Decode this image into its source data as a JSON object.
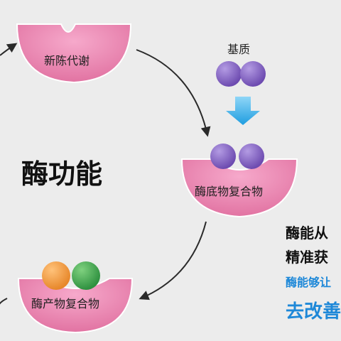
{
  "title": "酶功能",
  "labels": {
    "metabolism": "新陈代谢",
    "substrate": "基质",
    "enzyme_substrate": "酶底物复合物",
    "enzyme_product": "酶产物复合物"
  },
  "side_text": {
    "line1": "酶能从",
    "line2": "精准获",
    "line3": "酶能够让",
    "line4": "去改善"
  },
  "colors": {
    "background": "#ececec",
    "enzyme_pink": "#e879a8",
    "substrate_purple": "#7f5cbf",
    "product_orange": "#ef9b3b",
    "product_green": "#3fa34d",
    "down_arrow_blue": "#2aa9e6",
    "accent_blue": "#1e88d8"
  },
  "icons": {
    "cycle_arrows": "arrow-icon",
    "down_arrow": "down-arrow-icon"
  }
}
